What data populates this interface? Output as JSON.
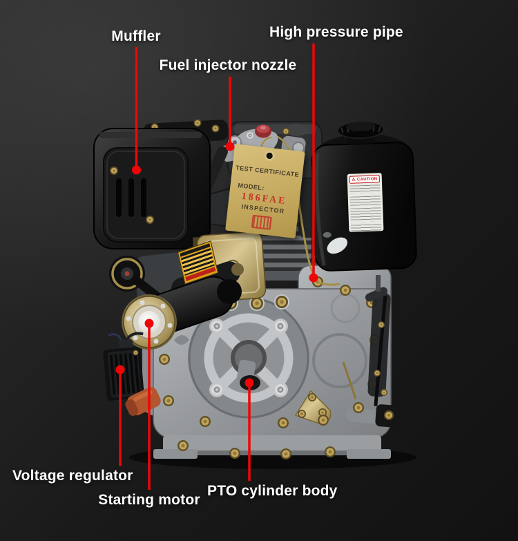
{
  "scene": {
    "description": "Diesel engine product photo on dark background with part callouts",
    "background_top": "#2e2e2e",
    "background_bottom": "#121212"
  },
  "callouts": [
    {
      "id": "muffler",
      "label": "Muffler"
    },
    {
      "id": "fuel-injector-nozzle",
      "label": "Fuel injector nozzle"
    },
    {
      "id": "high-pressure-pipe",
      "label": "High pressure pipe"
    },
    {
      "id": "voltage-regulator",
      "label": "Voltage regulator"
    },
    {
      "id": "starting-motor",
      "label": "Starting motor"
    },
    {
      "id": "pto-cylinder-body",
      "label": "PTO cylinder body"
    }
  ],
  "hang_tag": {
    "title": "TEST CERTIFICATE",
    "model_label": "MODEL:",
    "model_value": "186FAE",
    "inspector_label": "INSPECTOR"
  },
  "tank_label": {
    "warning_icon": "⚠",
    "title": "CAUTION"
  },
  "colors": {
    "callout_line": "#ee0606",
    "label_text": "#ffffff",
    "tag_paper": "#c9af66",
    "tag_model_red": "#c2352a",
    "engine_case_gray": "#989b9e",
    "brass": "#bfa258"
  }
}
